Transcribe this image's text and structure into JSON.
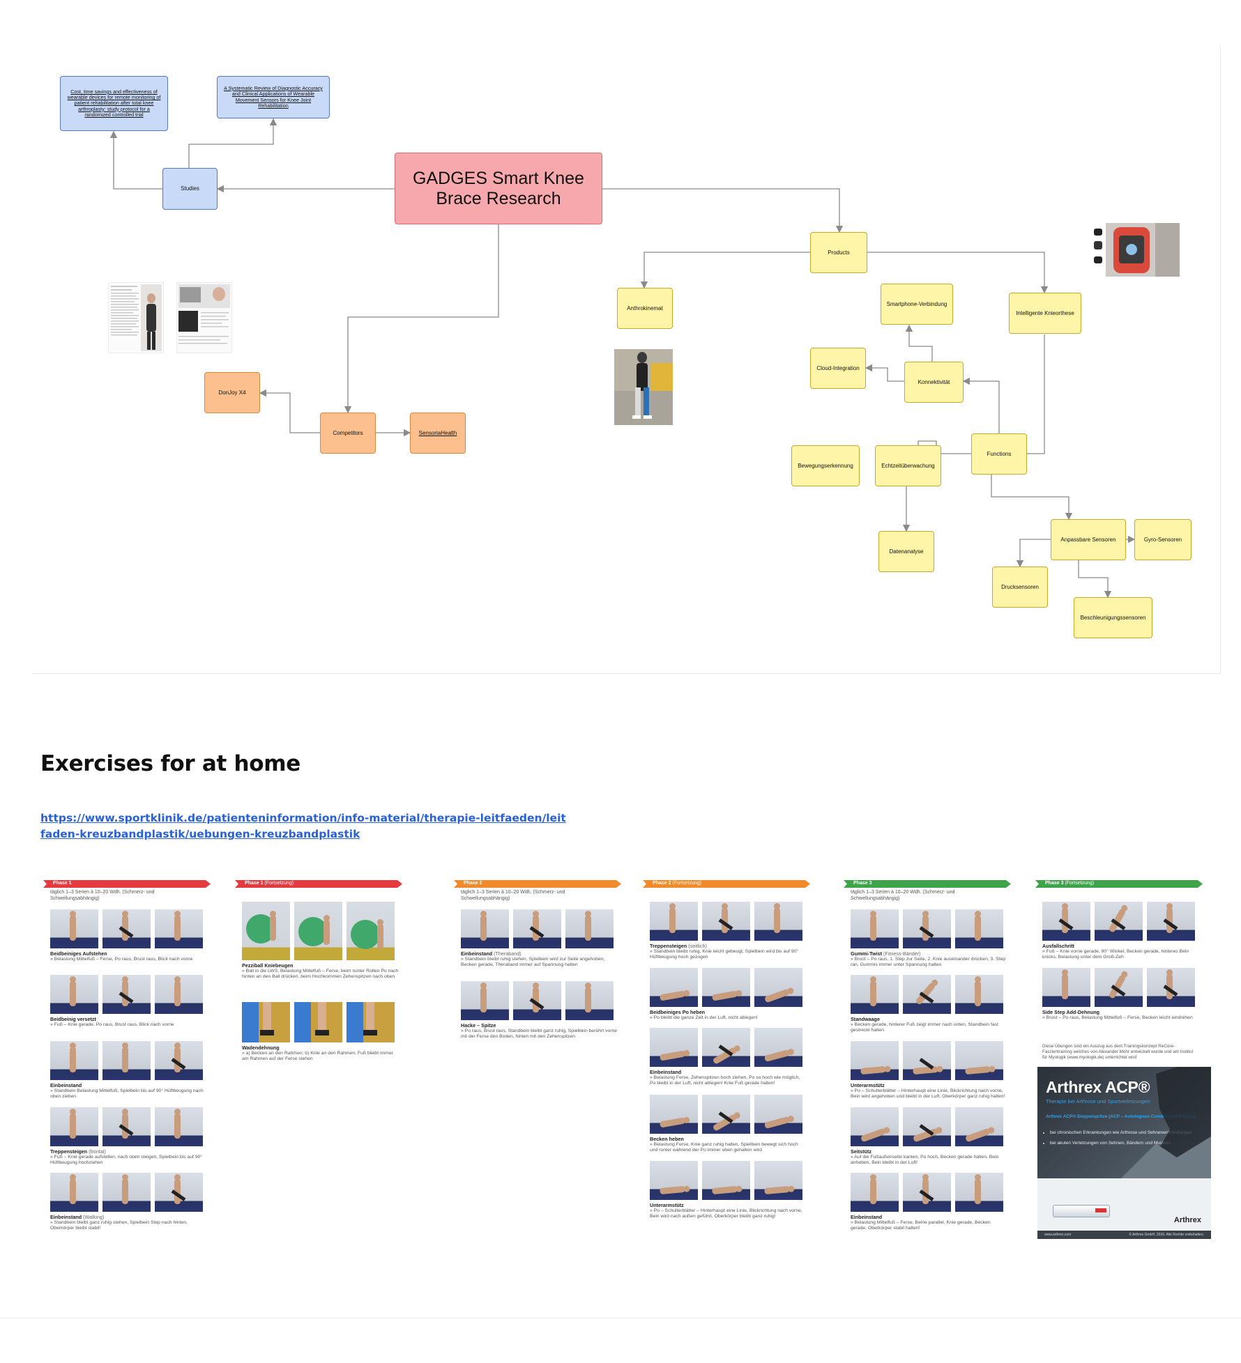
{
  "diagram": {
    "central": "GADGES Smart Knee Brace Research",
    "studies": {
      "label": "Studies",
      "doc1": "Cost, time savings and effectiveness of wearable devices for remote monitoring of patient rehabilitation after total knee arthroplasty: study protocol for a randomized controlled trial",
      "doc2": "A Systematic Review of Diagnostic Accuracy and Clinical Applications of Wearable Movement Sensors for Knee Joint Rehabilitation"
    },
    "competitors": {
      "label": "Competitors",
      "a": "DonJoy X4",
      "b": "SensoriaHealth"
    },
    "products": {
      "label": "Products",
      "anthrokinemat": "Anthrokinemat",
      "smartphone": "Smartphone-Verbindung",
      "orthese": "Intelligente Knieorthese",
      "cloud": "Cloud-Integration",
      "konnekt": "Konnektivität",
      "functions": "Functions",
      "bewegung": "Bewegungserkennung",
      "echtzeit": "Echtzeitüberwachung",
      "daten": "Datenanalyse",
      "anpassbar": "Anpassbare Sensoren",
      "gyro": "Gyro-Sensoren",
      "druck": "Drucksensoren",
      "beschl": "Beschleunigungssensoren"
    }
  },
  "section": {
    "title": "Exercises for at home",
    "link": "https://www.sportklinik.de/patienteninformation/info-material/therapie-leitfaeden/leitfaden-kreuzbandplastik/uebungen-kreuzbandplastik"
  },
  "sheets": {
    "s1": {
      "ribbon": "Phase 1",
      "ribbon_extra": "",
      "note": "täglich 1–3 Serien à 10–20 Wdh. (Schmerz- und Schwellungsabhängig)",
      "ex": [
        {
          "name": "Beidbeiniges Aufstehen",
          "extra": "",
          "desc": "» Belastung Mittelfuß – Ferse, Po raus, Brust raus, Blick nach vorne"
        },
        {
          "name": "Beidbeinig versetzt",
          "extra": "",
          "desc": "» Fuß – Knie gerade, Po raus, Brust raus, Blick nach vorne"
        },
        {
          "name": "Einbeinstand",
          "extra": "",
          "desc": "» Standbein Belastung Mittelfuß, Spielbein bis auf 90° Hüftbeugung nach oben ziehen"
        },
        {
          "name": "Treppensteigen",
          "extra": " (frontal)",
          "desc": "» Fuß – Knie gerade aufstellen, nach oben steigen, Spielbein bis auf 90° Hüftbeugung hochziehen"
        },
        {
          "name": "Einbeinstand",
          "extra": " (Walking)",
          "desc": "» Standbein bleibt ganz ruhig stehen, Spielbein Step nach hinten, Oberkörper bleibt stabil!"
        }
      ]
    },
    "s2": {
      "ribbon": "Phase 1",
      "ribbon_extra": " (Fortsetzung)",
      "ex": [
        {
          "name": "Pezziball Kniebeugen",
          "extra": "",
          "desc": "» Ball in die LWS, Belastung Mittelfuß – Ferse, beim runter Rollen Po nach hinten an den Ball drücken, beim Hochkommen Zehenspitzen nach oben"
        },
        {
          "name": "Wadendehnung",
          "extra": "",
          "desc": "» a) Becken an den Rahmen; b) Knie an den Rahmen, Fuß bleibt immer am Rahmen auf der Ferse stehen"
        }
      ]
    },
    "s3": {
      "ribbon": "Phase 2",
      "ribbon_extra": "",
      "note": "täglich 1–3 Serien à 10–20 Wdh. (Schmerz- und Schwellungsabhängig)",
      "ex": [
        {
          "name": "Einbeinstand",
          "extra": " (Theraband)",
          "desc": "» Standbein bleibt ruhig stehen, Spielbein wird zur Seite angehoben, Becken gerade, Theraband immer auf Spannung halten"
        },
        {
          "name": "Hacke – Spitze",
          "extra": "",
          "desc": "» Po raus, Brust raus, Standbein bleibt ganz ruhig, Spielbein berührt vorne mit der Ferse den Boden, hinten mit den Zehenspitzen"
        }
      ]
    },
    "s4": {
      "ribbon": "Phase 2",
      "ribbon_extra": " (Fortsetzung)",
      "ex": [
        {
          "name": "Treppensteigen",
          "extra": " (seitlich)",
          "desc": "» Standbein bleibt ruhig, Knie leicht gebeugt, Spielbein wird bis auf 90° Hüftbeugung hoch gezogen"
        },
        {
          "name": "Beidbeiniges Po heben",
          "extra": "",
          "desc": "» Po bleibt die ganze Zeit in der Luft, nicht ablegen!"
        },
        {
          "name": "Einbeinstand",
          "extra": "",
          "desc": "» Belastung Ferse, Zehenspitzen hoch ziehen, Po so hoch wie möglich, Po bleibt in der Luft, nicht ablegen! Knie Fuß gerade halten!"
        },
        {
          "name": "Becken heben",
          "extra": "",
          "desc": "» Belastung Ferse, Knie ganz ruhig halten, Spielbein bewegt sich hoch und runter während der Po immer oben gehalten wird"
        },
        {
          "name": "Unterarmstütz",
          "extra": "",
          "desc": "» Po – Schulterblätter – Hinterhaupt eine Linie, Blickrichtung nach vorne, Bein wird nach außen geführt, Oberkörper bleibt ganz ruhig!"
        }
      ]
    },
    "s5": {
      "ribbon": "Phase 3",
      "ribbon_extra": "",
      "note": "täglich 1–3 Serien à 10–20 Wdh. (Schmerz- und Schwellungsabhängig)",
      "ex": [
        {
          "name": "Gummi-Twist",
          "extra": " (Fitness-Bänder)",
          "desc": "» Brust – Po raus, 1. Step zur Seite, 2. Knie auseinander drücken, 3. Step ran, Gummis immer unter Spannung halten"
        },
        {
          "name": "Standwaage",
          "extra": "",
          "desc": "» Becken gerade, hinterer Fuß zeigt immer nach unten, Standbein fast gestreckt halten"
        },
        {
          "name": "Unterarmstütz",
          "extra": "",
          "desc": "» Po – Schulterblätter – Hinterhaupt eine Linie, Blickrichtung nach vorne, Bein wird angehoben und bleibt in der Luft, Oberkörper ganz ruhig halten!"
        },
        {
          "name": "Seitstütz",
          "extra": "",
          "desc": "» Auf die Fußaußenseite kanten, Po hoch, Becken gerade halten, Bein anheben, Bein bleibt in der Luft!"
        },
        {
          "name": "Einbeinstand",
          "extra": "",
          "desc": "» Belastung Mittelfuß – Ferse, Beine parallel, Knie gerade, Becken gerade, Oberkörper stabil halten!"
        }
      ]
    },
    "s6": {
      "ribbon": "Phase 3",
      "ribbon_extra": " (Fortsetzung)",
      "ex": [
        {
          "name": "Ausfallschritt",
          "extra": "",
          "desc": "» Fuß – Knie vorne gerade, 90° Winkel, Becken gerade, hinteres Bein knicks, Belastung unter dem Groß-Zeh"
        },
        {
          "name": "Side Step Add-Dehnung",
          "extra": "",
          "desc": "» Brust – Po raus, Belastung Mittelfuß – Ferse, Becken leicht eindrehen"
        }
      ],
      "footnote": "Diese Übungen sind ein Auszug aus dem Trainingskonzept ReCore-Faszientraining welches von Alexander Mohr entwickelt wurde und am Institut für Myologik (www.myologik.de) unterrichtet wird"
    }
  },
  "ad": {
    "brand": "Arthrex ACP®",
    "tagline": "Therapie bei Arthrose und Sportverletzungen",
    "acp": "Arthrex ACP®-Doppelspritze (ACP – Autologous Conditioned Plasma)",
    "b1": "bei chronischen Erkrankungen wie Arthrose und Sehnenentzündungen",
    "b2": "bei akuten Verletzungen von Sehnen, Bändern und Muskeln",
    "logo": "Arthrex",
    "foot_left": "www.arthrex.com",
    "foot_right": "© Arthrex GmbH, 2016. Alle Rechte vorbehalten."
  },
  "colors": {
    "phase1": "#e53a3f",
    "phase2": "#f08a2a",
    "phase3": "#3da44a"
  }
}
